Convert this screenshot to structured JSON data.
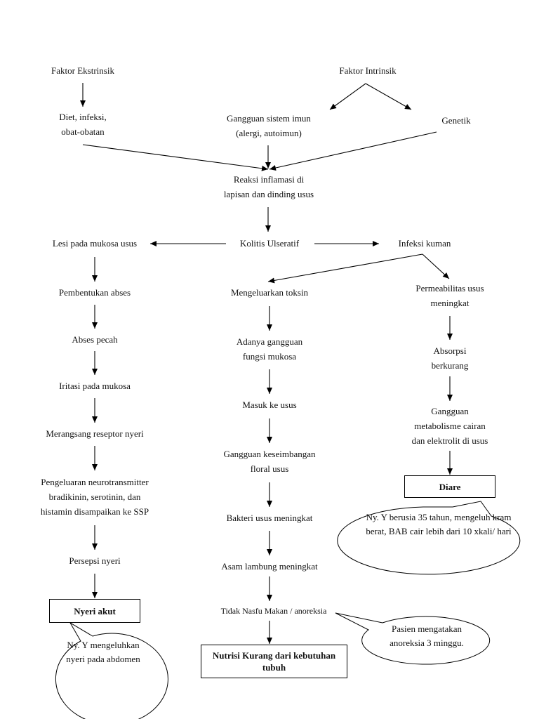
{
  "nodes": {
    "faktor_ekstrinsik": "Faktor Ekstrinsik",
    "faktor_intrinsik": "Faktor Intrinsik",
    "diet": "Diet, infeksi,\nobat-obatan",
    "gangguan_imun": "Gangguan sistem imun\n(alergi, autoimun)",
    "genetik": "Genetik",
    "reaksi_inflamasi": "Reaksi inflamasi di\nlapisan dan dinding usus",
    "kolitis": "Kolitis Ulseratif",
    "lesi": "Lesi pada mukosa usus",
    "infeksi_kuman": "Infeksi kuman",
    "pembentukan_abses": "Pembentukan abses",
    "abses_pecah": "Abses pecah",
    "iritasi": "Iritasi pada mukosa",
    "reseptor_nyeri": "Merangsang reseptor nyeri",
    "neurotransmitter": "Pengeluaran neurotransmitter\nbradikinin, serotinin, dan\nhistamin disampaikan ke SSP",
    "persepsi_nyeri": "Persepsi nyeri",
    "toksin": "Mengeluarkan toksin",
    "gangguan_mukosa": "Adanya gangguan\nfungsi mukosa",
    "masuk_usus": "Masuk ke usus",
    "floral": "Gangguan keseimbangan\nfloral usus",
    "bakteri": "Bakteri usus meningkat",
    "asam_lambung": "Asam lambung meningkat",
    "anoreksia": "Tidak Nasfu Makan / anoreksia",
    "permeabilitas": "Permeabilitas usus\nmeningkat",
    "absorpsi": "Absorpsi\nberkurang",
    "metabolisme": "Gangguan\nmetabolisme cairan\ndan elektrolit di usus"
  },
  "diagnoses": {
    "nyeri_akut": "Nyeri akut",
    "nutrisi": "Nutrisi Kurang dari kebutuhan\ntubuh",
    "diare": "Diare"
  },
  "callouts": {
    "nyeri": "Ny. Y mengeluhkan\nnyeri pada abdomen",
    "anoreksia": "Pasien mengatakan\nanoreksia 3 minggu.",
    "diare": "Ny. Y berusia 35 tahun, mengeluh kram\nberat, BAB cair lebih dari 10 xkali/ hari"
  }
}
